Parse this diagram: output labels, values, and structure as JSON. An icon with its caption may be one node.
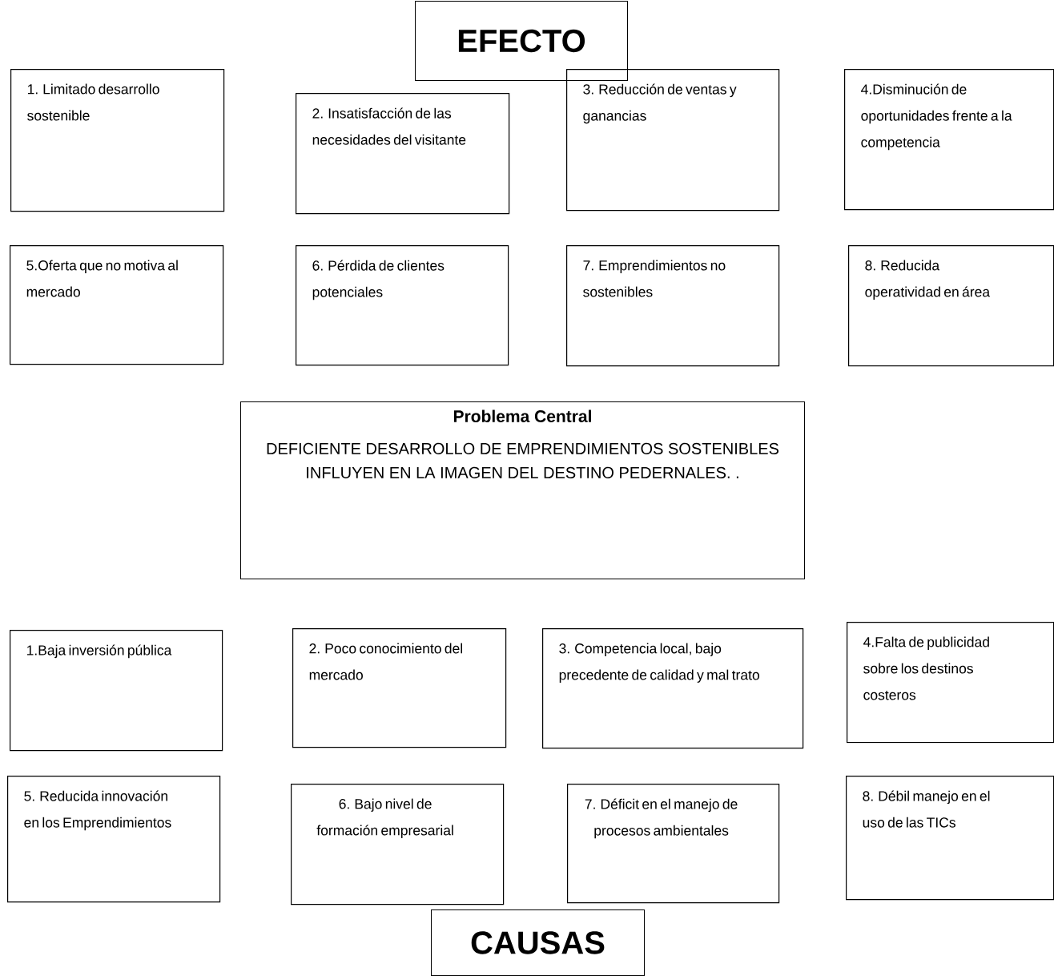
{
  "diagram": {
    "nodes": [
      {
        "text": [
          "EFECTO"
        ]
      },
      {
        "text": [
          "1.  Limitado desarrollo sostenible"
        ]
      },
      {
        "text": [
          "2. Insatisfacción de las necesidades del visitante"
        ]
      },
      {
        "text": [
          "3. Reducción de ventas y ganancias"
        ]
      },
      {
        "text": [
          "4.Disminución de oportunidades frente a la competencia"
        ]
      },
      {
        "text": [
          "5.Oferta que no motiva al mercado"
        ]
      },
      {
        "text": [
          "6. Pérdida de clientes potenciales"
        ]
      },
      {
        "text": [
          "7. Emprendimientos no sostenibles"
        ]
      },
      {
        "text": [
          "8. Reducida operatividad en área"
        ]
      },
      {
        "text": [
          "Problema Central",
          "DEFICIENTE DESARROLLO DE EMPRENDIMIENTOS SOSTENIBLES INFLUYEN EN LA IMAGEN DEL DESTINO PEDERNALES. ."
        ]
      },
      {
        "text": [
          "1.Baja inversión pública"
        ]
      },
      {
        "text": [
          "2. Poco conocimiento del mercado"
        ]
      },
      {
        "text": [
          "3. Competencia local, bajo precedente de calidad y mal trato"
        ]
      },
      {
        "text": [
          "4.Falta de publicidad sobre los destinos costeros"
        ]
      },
      {
        "text": [
          "5. Reducida innovación en los Emprendimientos"
        ]
      },
      {
        "text": [
          "6. Bajo nivel de formación empresarial"
        ]
      },
      {
        "text": [
          "7. Déficit en el manejo de procesos ambientales"
        ]
      },
      {
        "text": [
          "8. Débil manejo en el uso de las TICs"
        ]
      },
      {
        "text": [
          "CAUSAS"
        ]
      }
    ],
    "edges": []
  }
}
